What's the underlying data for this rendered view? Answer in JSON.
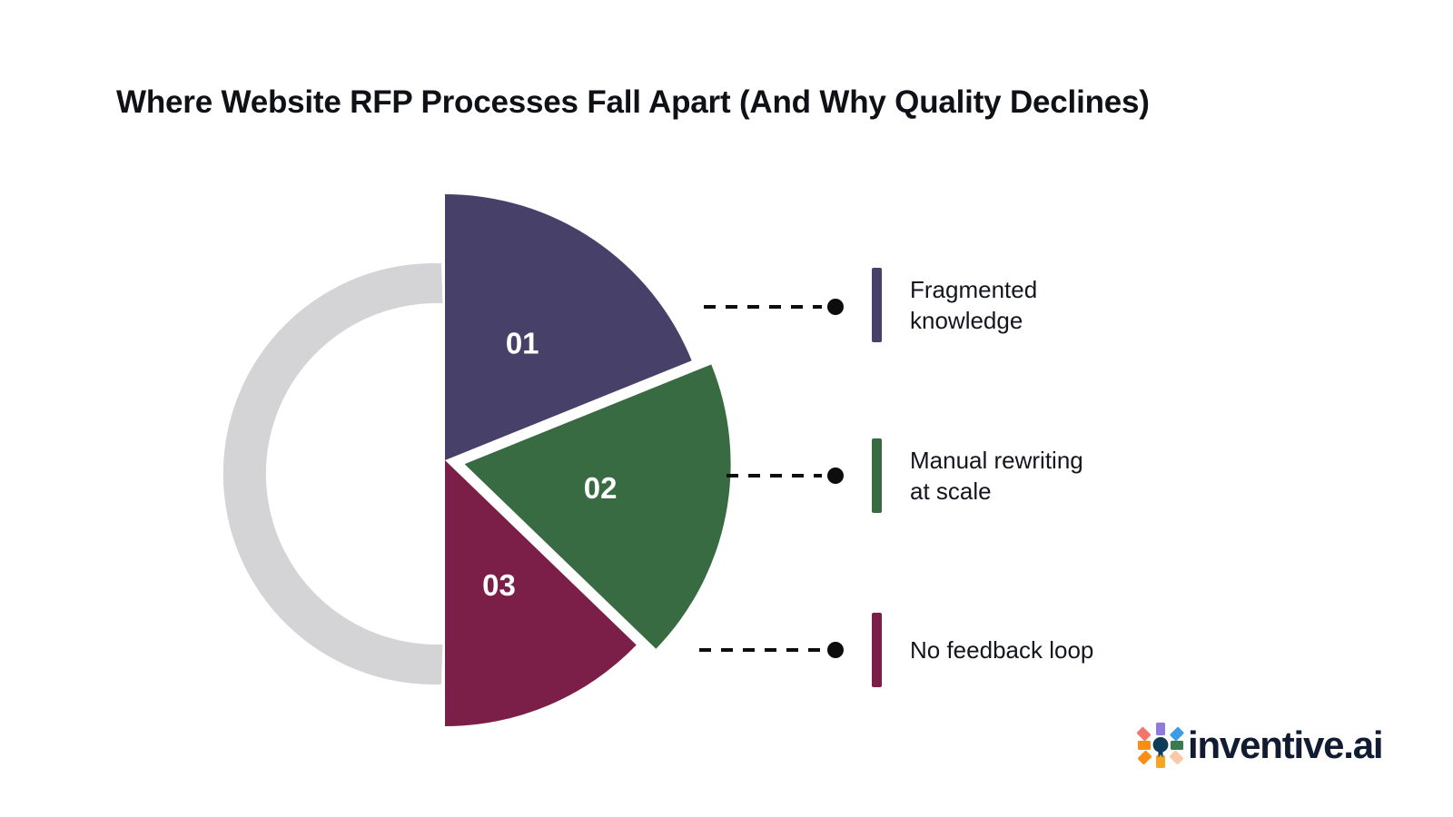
{
  "title": "Where Website RFP Processes Fall Apart (And Why Quality Declines)",
  "chart_data": {
    "type": "pie",
    "title": "Where Website RFP Processes Fall Apart (And Why Quality Declines)",
    "variant": "half-donut-semicircle-exploded",
    "legend_position": "right",
    "grid": false,
    "categories": [
      "Fragmented knowledge",
      "Manual rewriting at scale",
      "No feedback loop"
    ],
    "numbers": [
      "01",
      "02",
      "03"
    ],
    "values": [
      68,
      66,
      46
    ],
    "value_unit": "degrees",
    "colors": [
      "#474169",
      "#386B41",
      "#7C1F48"
    ],
    "background_ring_color": "#D4D4D6",
    "total_sweep_degrees": 180,
    "exploded_slice": "02",
    "slices": [
      {
        "number": "01",
        "label": "Fragmented knowledge",
        "color": "#474169",
        "start_deg": -90,
        "end_deg": -22,
        "exploded": false
      },
      {
        "number": "02",
        "label": "Manual rewriting at scale",
        "color": "#386B41",
        "start_deg": -22,
        "end_deg": 44,
        "exploded": true
      },
      {
        "number": "03",
        "label": "No feedback loop",
        "color": "#7C1F48",
        "start_deg": 44,
        "end_deg": 90,
        "exploded": false
      }
    ]
  },
  "legend": [
    {
      "label": "Fragmented knowledge",
      "text": "Fragmented\nknowledge",
      "color": "#474169"
    },
    {
      "label": "Manual rewriting at scale",
      "text": "Manual rewriting\nat scale",
      "color": "#386B41"
    },
    {
      "label": "No feedback loop",
      "text": "No feedback loop",
      "color": "#7C1F48"
    }
  ],
  "brand": {
    "name": "inventive.ai",
    "mark_colors": {
      "salmon": "#F2766B",
      "purple": "#8E7BE0",
      "blue": "#3C9CE6",
      "orange": "#F98E13",
      "navy": "#0E3B56",
      "green": "#3A7A4E",
      "amber": "#F5A623",
      "peach": "#F9C9A8"
    }
  }
}
